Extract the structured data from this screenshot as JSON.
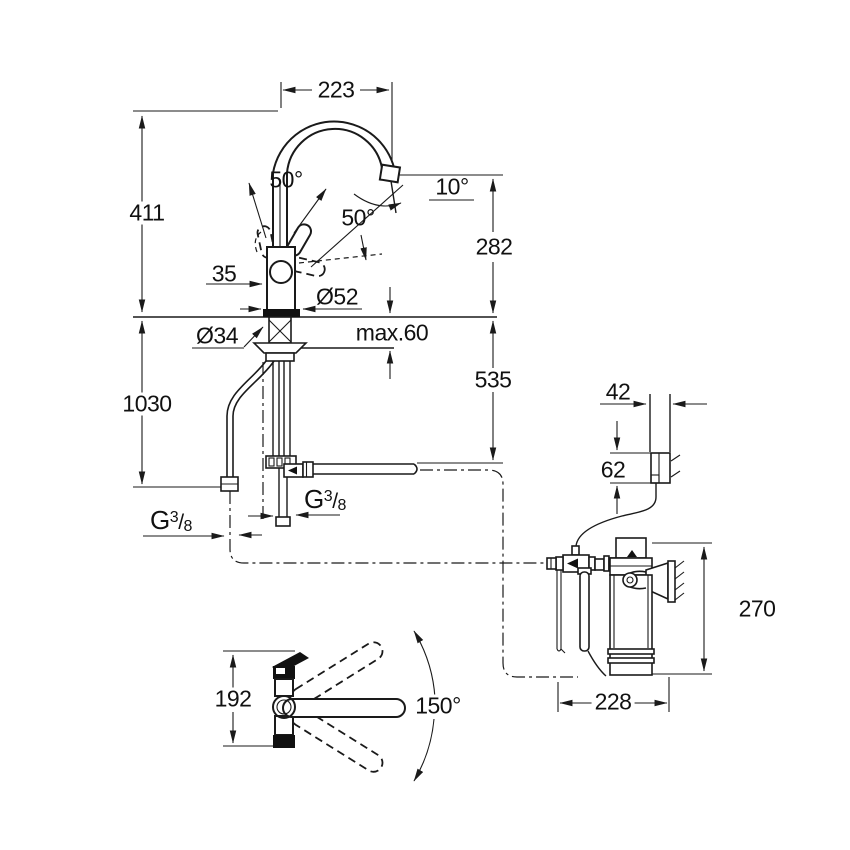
{
  "drawing": {
    "title": "Kitchen faucet with filter system – dimensional drawing",
    "line_color": "#1a1a1a",
    "background": "#ffffff",
    "dimensions": {
      "spout_projection": "223",
      "spout_height": "411",
      "handle_swing_angle": "50°",
      "outlet_angle": "10°",
      "handle_tilt_angle": "50°",
      "handle_offset": "35",
      "outlet_clearance": "282",
      "base_diameter": "Ø52",
      "mounting_hole_diameter": "Ø34",
      "max_deck_thickness": "max.60",
      "hose_connection_drop": "535",
      "supply_hose_length": "1030",
      "controller_box_width": "42",
      "controller_box_height": "62",
      "filter_unit_height": "270",
      "side_view_body_height": "192",
      "spout_swivel_range": "150°",
      "filter_wall_offset": "228",
      "thread_left": {
        "base": "G",
        "numerator": "3",
        "slash": "/",
        "denominator": "8"
      },
      "thread_right": {
        "base": "G",
        "numerator": "3",
        "slash": "/",
        "denominator": "8"
      }
    }
  }
}
